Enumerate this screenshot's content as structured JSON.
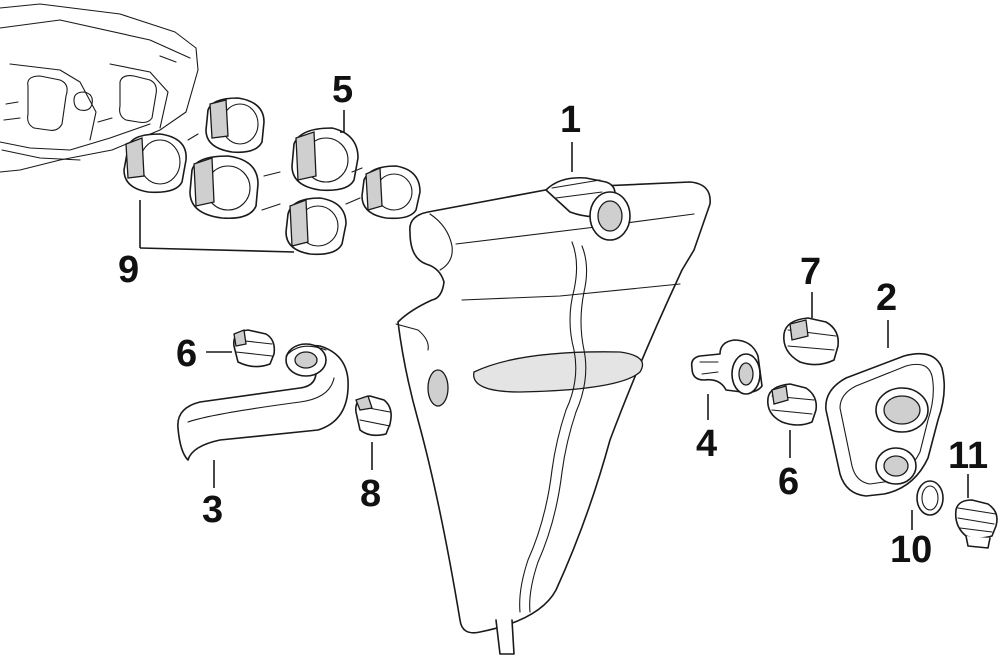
{
  "callouts": {
    "c1": "1",
    "c2": "2",
    "c3": "3",
    "c4": "4",
    "c5": "5",
    "c6a": "6",
    "c6b": "6",
    "c7": "7",
    "c8": "8",
    "c9": "9",
    "c10": "10",
    "c11": "11"
  },
  "colors": {
    "line": "#1a1a1a",
    "background": "#ffffff"
  }
}
